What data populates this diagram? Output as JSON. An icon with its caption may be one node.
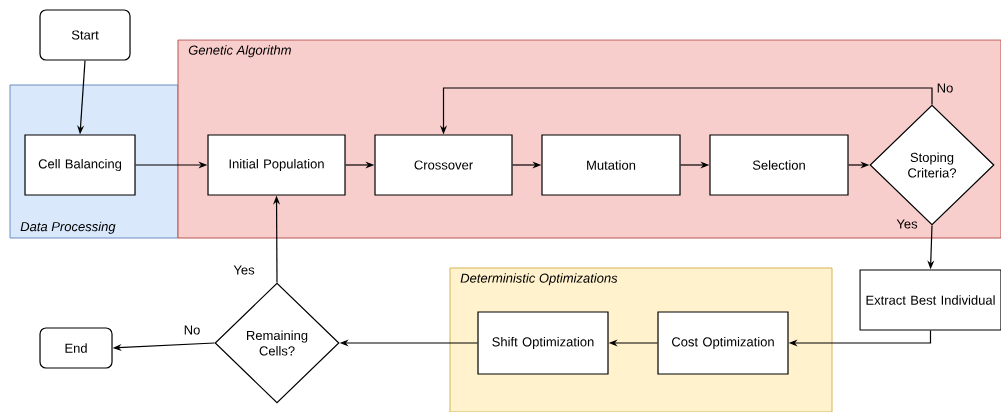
{
  "diagram": {
    "nodes": [
      {
        "text": [
          "Start"
        ]
      },
      {
        "text": [
          "Data Processing"
        ]
      },
      {
        "text": [
          "Genetic Algorithm"
        ]
      },
      {
        "text": [
          "Cell Balancing"
        ],
        "in": 1
      },
      {
        "text": [
          "Initial Population"
        ],
        "in": 2
      },
      {
        "text": [
          "Crossover"
        ],
        "in": 2
      },
      {
        "text": [
          "Mutation"
        ],
        "in": 2
      },
      {
        "text": [
          "Selection"
        ],
        "in": 2
      },
      {
        "text": [
          "Stoping Criteria?"
        ],
        "in": 2
      },
      {
        "text": [
          "Deterministic Optimizations"
        ]
      },
      {
        "text": [
          "Extract Best Individual"
        ]
      },
      {
        "text": [
          "Cost Optimization"
        ],
        "in": 9
      },
      {
        "text": [
          "Shift Optimization"
        ],
        "in": 9
      },
      {
        "text": [
          "Remaining Cells?"
        ]
      },
      {
        "text": [
          "End"
        ]
      }
    ],
    "edges": [
      {
        "from": 0,
        "to": 3,
        "arrow": "to"
      },
      {
        "from": 3,
        "to": 4,
        "arrow": "to"
      },
      {
        "from": 4,
        "to": 5,
        "arrow": "to"
      },
      {
        "from": 5,
        "to": 6,
        "arrow": "to"
      },
      {
        "from": 6,
        "to": 7,
        "arrow": "to"
      },
      {
        "from": 7,
        "to": 8,
        "arrow": "to"
      },
      {
        "from": 8,
        "to": 5,
        "label": "No",
        "arrow": "to"
      },
      {
        "from": 8,
        "to": 10,
        "label": "Yes",
        "arrow": "to"
      },
      {
        "from": 10,
        "to": 11,
        "arrow": "to"
      },
      {
        "from": 11,
        "to": 12,
        "arrow": "to"
      },
      {
        "from": 12,
        "to": 13,
        "arrow": "to"
      },
      {
        "from": 13,
        "to": 4,
        "label": "Yes",
        "arrow": "to"
      },
      {
        "from": 13,
        "to": 14,
        "label": "No",
        "arrow": "to"
      }
    ]
  }
}
